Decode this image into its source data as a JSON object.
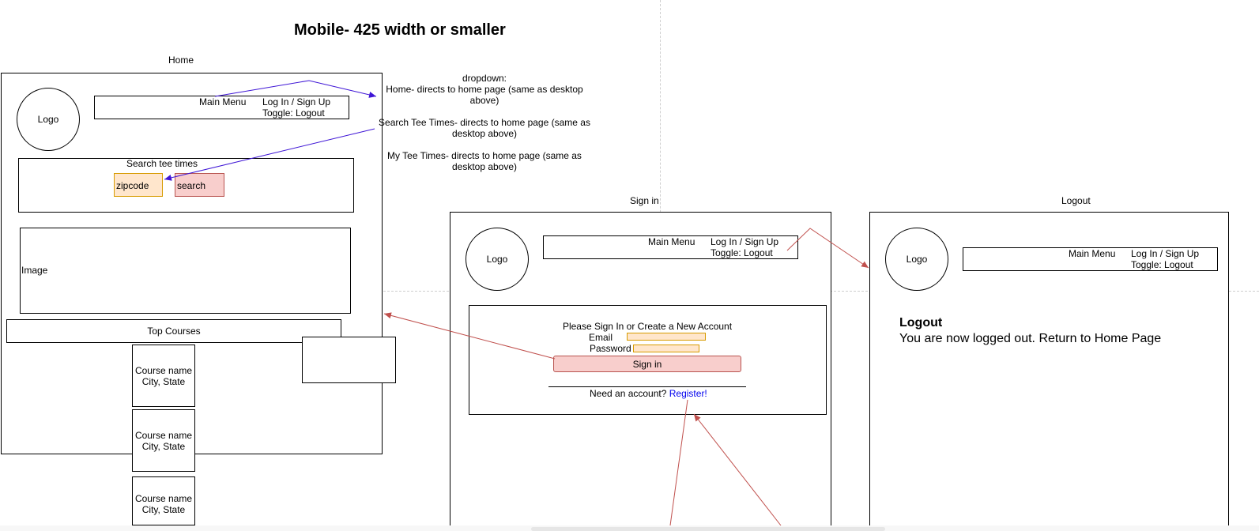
{
  "title": "Mobile- 425 width or smaller",
  "home": {
    "label": "Home",
    "logo": "Logo",
    "main_menu": "Main Menu",
    "login": "Log In / Sign Up",
    "toggle": "Toggle: Logout",
    "search_title": "Search tee times",
    "zipcode": "zipcode",
    "search": "search",
    "image": "Image",
    "top_courses": "Top Courses",
    "courses": [
      {
        "name": "Course name",
        "loc": "City, State"
      },
      {
        "name": "Course name",
        "loc": "City, State"
      },
      {
        "name": "Course name",
        "loc": "City, State"
      }
    ]
  },
  "dropdown_note": {
    "title": "dropdown:",
    "home": "Home- directs to home page (same as desktop above)",
    "search": "Search Tee Times- directs to home page (same as desktop above)",
    "my": "My Tee Times- directs to home page (same as desktop above)"
  },
  "signin": {
    "label": "Sign in",
    "logo": "Logo",
    "main_menu": "Main Menu",
    "login": "Log In / Sign Up",
    "toggle": "Toggle: Logout",
    "prompt": "Please Sign In or Create a New Account",
    "email": "Email",
    "password": "Password",
    "button": "Sign in",
    "need_account": "Need an account?",
    "register": "Register!"
  },
  "logout": {
    "label": "Logout",
    "logo": "Logo",
    "main_menu": "Main Menu",
    "login": "Log In / Sign Up",
    "toggle": "Toggle: Logout",
    "heading": "Logout",
    "message": "You are now logged out. Return to Home Page"
  },
  "colors": {
    "arrow_blue": "#3f16d6",
    "arrow_red": "#c0504d",
    "orange_fill": "#ffe6cc",
    "orange_stroke": "#d79b00",
    "red_fill": "#f8cecc",
    "red_stroke": "#b85450",
    "link_blue": "#0000ee"
  }
}
